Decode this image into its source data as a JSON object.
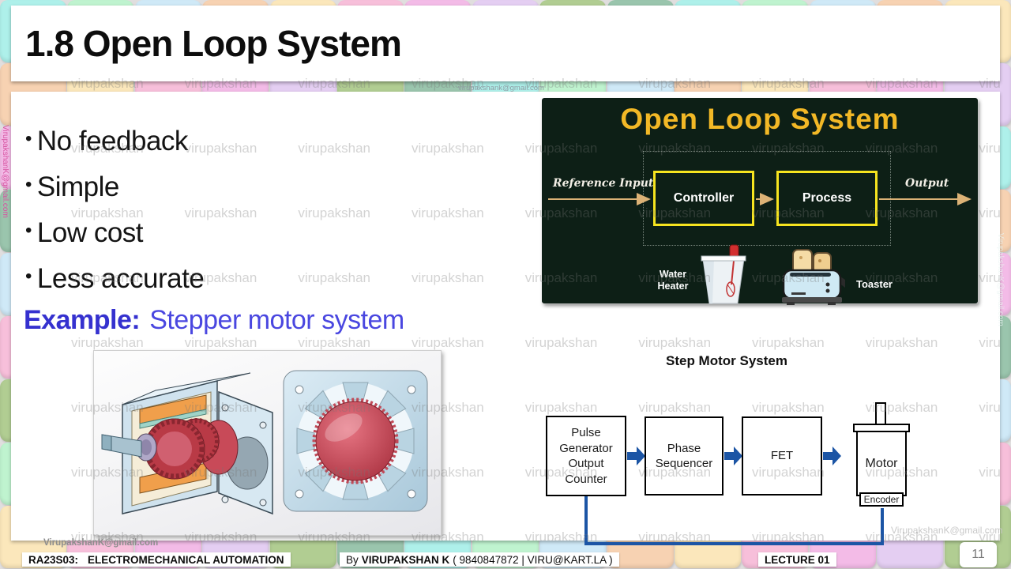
{
  "slide": {
    "title": "1.8 Open Loop System",
    "page_number": "11",
    "bullets": [
      "No feedback",
      "Simple",
      "Low cost",
      "Less accurate"
    ],
    "example": {
      "label": "Example:",
      "text": "Stepper motor system",
      "label_color": "#3531cf",
      "text_color": "#4a47e0"
    }
  },
  "open_loop_diagram": {
    "title": "Open Loop System",
    "reference_input_label": "Reference Input",
    "controller_label": "Controller",
    "process_label": "Process",
    "output_label": "Output",
    "water_heater_label_line1": "Water",
    "water_heater_label_line2": "Heater",
    "toaster_label": "Toaster",
    "colors": {
      "background": "#0d1f16",
      "title": "#f2b826",
      "box_border": "#f6e41f",
      "arrow": "#dcb276"
    }
  },
  "step_motor_diagram": {
    "title": "Step Motor System",
    "blocks": [
      "Pulse Generator Output Counter",
      "Phase Sequencer",
      "FET",
      "Motor"
    ],
    "encoder_label": "Encoder",
    "colors": {
      "arrow": "#1c55a5",
      "box_border": "#000000"
    }
  },
  "footer": {
    "course_code": "RA23S03:",
    "course_title": "ELECTROMECHANICAL AUTOMATION",
    "by_prefix": "By",
    "author": "VIRUPAKSHAN K",
    "contact": "( 9840847872 | VIRU@KART.LA )",
    "lecture": "LECTURE 01"
  },
  "watermarks": {
    "repeat_text": "virupakshan",
    "email": "VirupakshanK@gmail.com",
    "email_small": "virupakshank@gmail.com"
  }
}
